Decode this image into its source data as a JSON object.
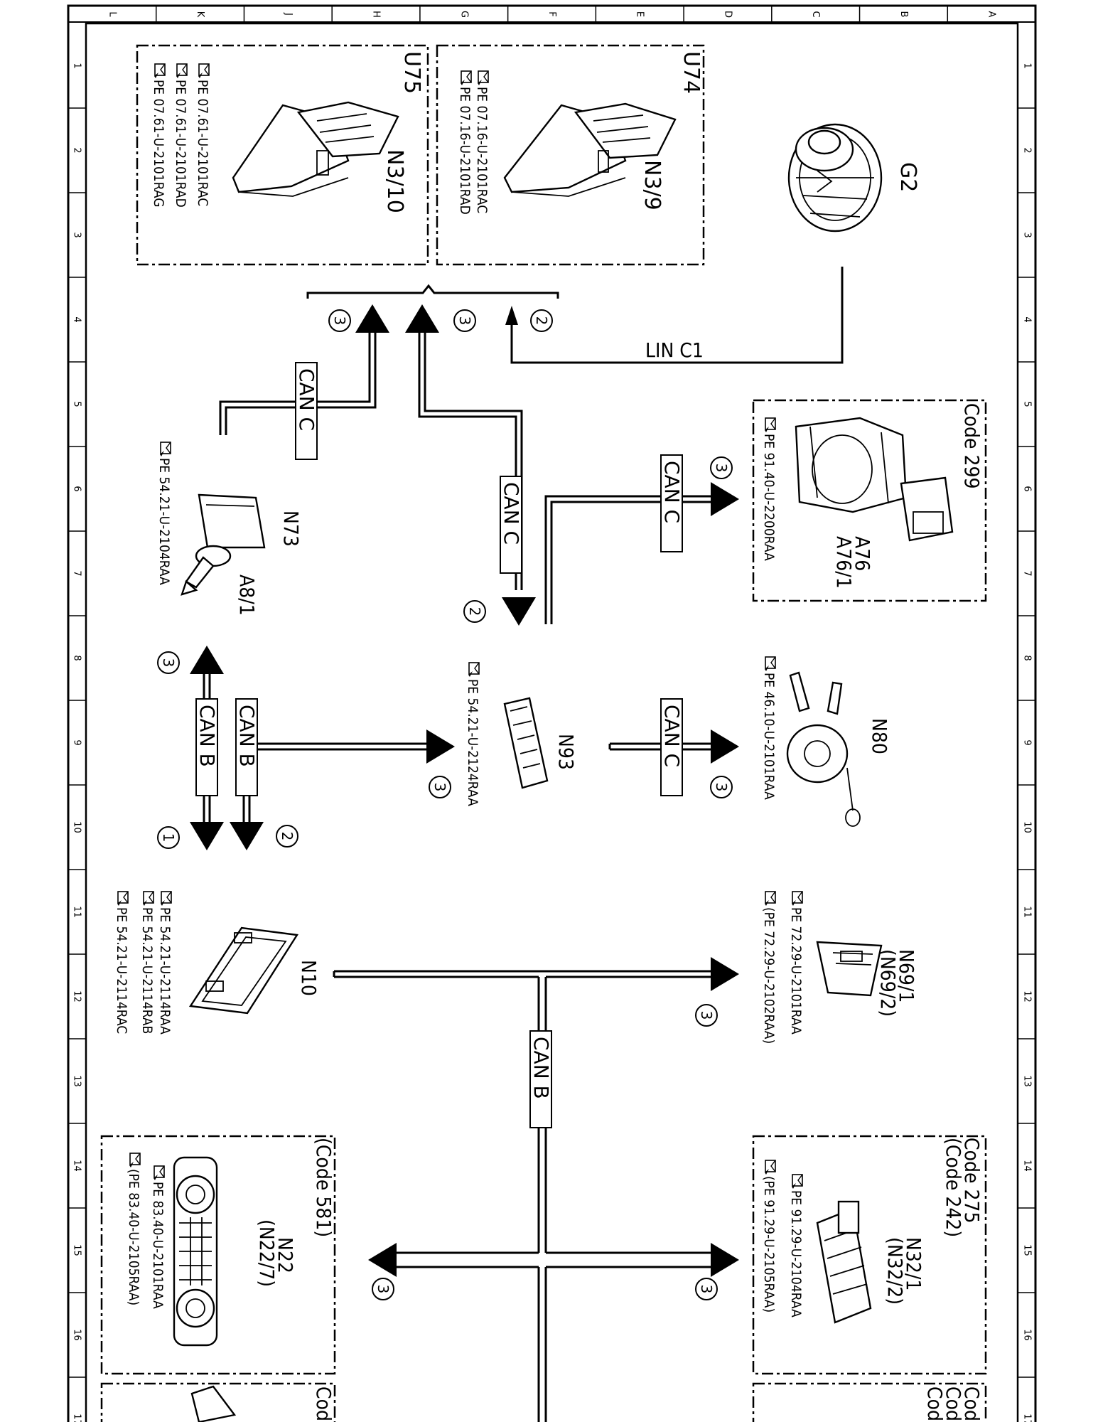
{
  "grid": {
    "columns": [
      "L",
      "K",
      "J",
      "H",
      "G",
      "F",
      "E",
      "D",
      "C",
      "B",
      "A"
    ],
    "rows": [
      "1",
      "2",
      "3",
      "4",
      "5",
      "6",
      "7",
      "8",
      "9",
      "10",
      "11",
      "12",
      "13",
      "14",
      "15",
      "16",
      "17"
    ]
  },
  "components": {
    "u74": {
      "group": "U74",
      "name": "N3/9",
      "refs": [
        "PE 07.16-U-2101RAC",
        "PE 07.16-U-2101RAD"
      ]
    },
    "u75": {
      "group": "U75",
      "name": "N3/10",
      "refs": [
        "PE 07.61-U-2101RAC",
        "PE 07.61-U-2101RAD",
        "PE 07.61-U-2101RAG"
      ]
    },
    "g2": {
      "name": "G2"
    },
    "code299": {
      "code": "Code 299",
      "names": [
        "A76",
        "A76/1"
      ],
      "refs": [
        "PE 91.40-U-2200RAA"
      ]
    },
    "n73": {
      "names": [
        "N73",
        "A8/1"
      ],
      "refs": [
        "PE 54.21-U-2104RAA"
      ]
    },
    "n93": {
      "name": "N93",
      "refs": [
        "PE 54.21-U-2124RAA"
      ]
    },
    "n80": {
      "name": "N80",
      "refs": [
        "PE 46.10-U-2101RAA"
      ]
    },
    "n10": {
      "name": "N10",
      "refs": [
        "PE 54.21-U-2114RAA",
        "PE 54.21-U-2114RAB",
        "PE 54.21-U-2114RAC"
      ]
    },
    "n69": {
      "names": [
        "N69/1",
        "(N69/2)"
      ],
      "refs": [
        "PE 72.29-U-2101RAA",
        "(PE 72.29-U-2102RAA)"
      ]
    },
    "n22": {
      "code": "(Code 581)",
      "names": [
        "N22",
        "(N22/7)"
      ],
      "refs": [
        "PE 83.40-U-2101RAA",
        "(PE 83.40-U-2105RAA)"
      ]
    },
    "n32": {
      "codes": [
        "Code 275",
        "(Code 242)"
      ],
      "names": [
        "N32/1",
        "(N32/2)"
      ],
      "refs": [
        "PE 91.29-U-2104RAA",
        "(PE 91.29-U-2105RAA)"
      ]
    },
    "bottom_left": {
      "code": "Cod"
    },
    "bottom_right": {
      "codes": [
        "Cod",
        "Cod",
        "Cod"
      ]
    }
  },
  "buses": {
    "can_c": "CAN C",
    "can_b": "CAN B",
    "lin": "LIN C1"
  },
  "markers": {
    "one": "1",
    "two": "2",
    "three": "3"
  }
}
